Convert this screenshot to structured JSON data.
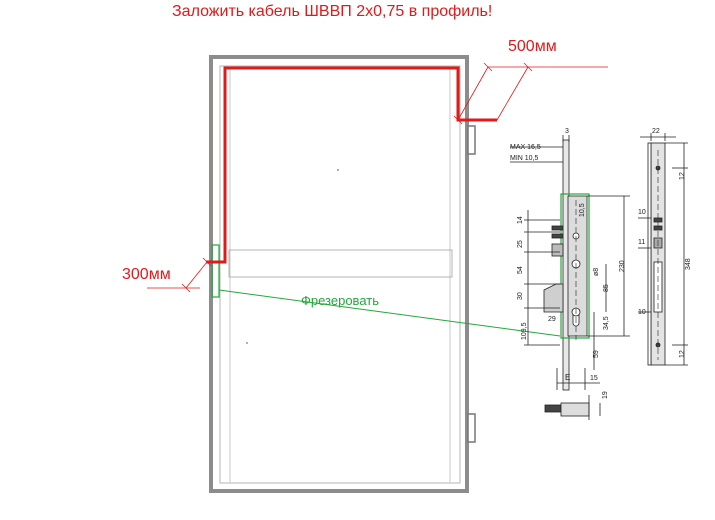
{
  "instruction": "Заложить кабель ШВВП 2х0,75 в профиль!",
  "dim_top": "500мм",
  "dim_left": "300мм",
  "mill_label": "Фрезеровать",
  "colors": {
    "cable": "#e01a1a",
    "mill": "#22a83a",
    "frame": "#8c8c8c"
  },
  "lock_drawing": {
    "max_label": "MAX 16,5",
    "min_label": "MIN 10,5",
    "top_3": "3",
    "d14": "14",
    "d25": "25",
    "d54": "54",
    "d30": "30",
    "d109": "109,5",
    "d105": "10,5",
    "d8": "ø8",
    "d85": "85",
    "d230": "230",
    "d29": "29",
    "d345": "34,5",
    "d59": "59",
    "dE": "E",
    "d15": "15",
    "d19": "19"
  },
  "strike_drawing": {
    "w22": "22",
    "d12a": "12",
    "d10a": "10",
    "d11": "11",
    "d348": "348",
    "d10b": "10",
    "d12b": "12"
  }
}
